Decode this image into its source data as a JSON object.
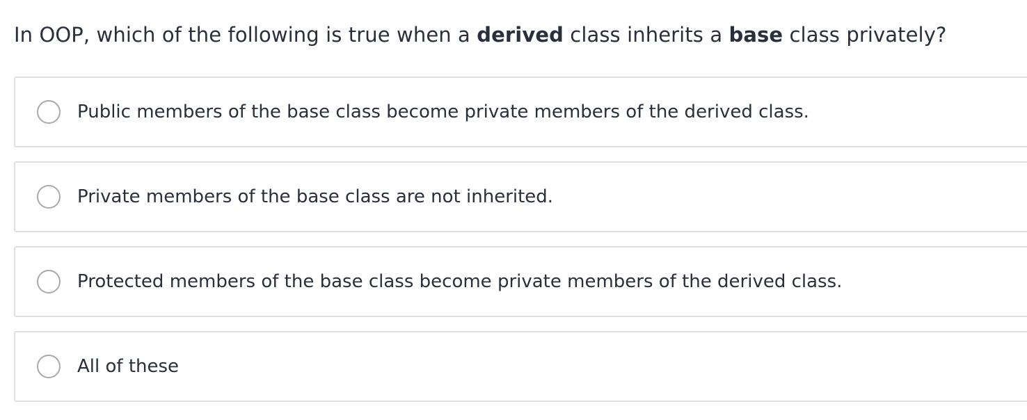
{
  "question": {
    "prefix": "In OOP, which of the following is true when a ",
    "bold_1": "derived",
    "middle": " class inherits a ",
    "bold_2": "base",
    "suffix": " class privately?"
  },
  "options": [
    {
      "label": "Public members of the base class become private members of the derived class.",
      "selected": false
    },
    {
      "label": "Private members of the base class are not inherited.",
      "selected": false
    },
    {
      "label": "Protected members of the base class become private members of the derived class.",
      "selected": false
    },
    {
      "label": "All of these",
      "selected": false
    }
  ],
  "colors": {
    "text": "#29303b",
    "border": "#dedfe0",
    "radio_border": "#a8a9aa"
  }
}
